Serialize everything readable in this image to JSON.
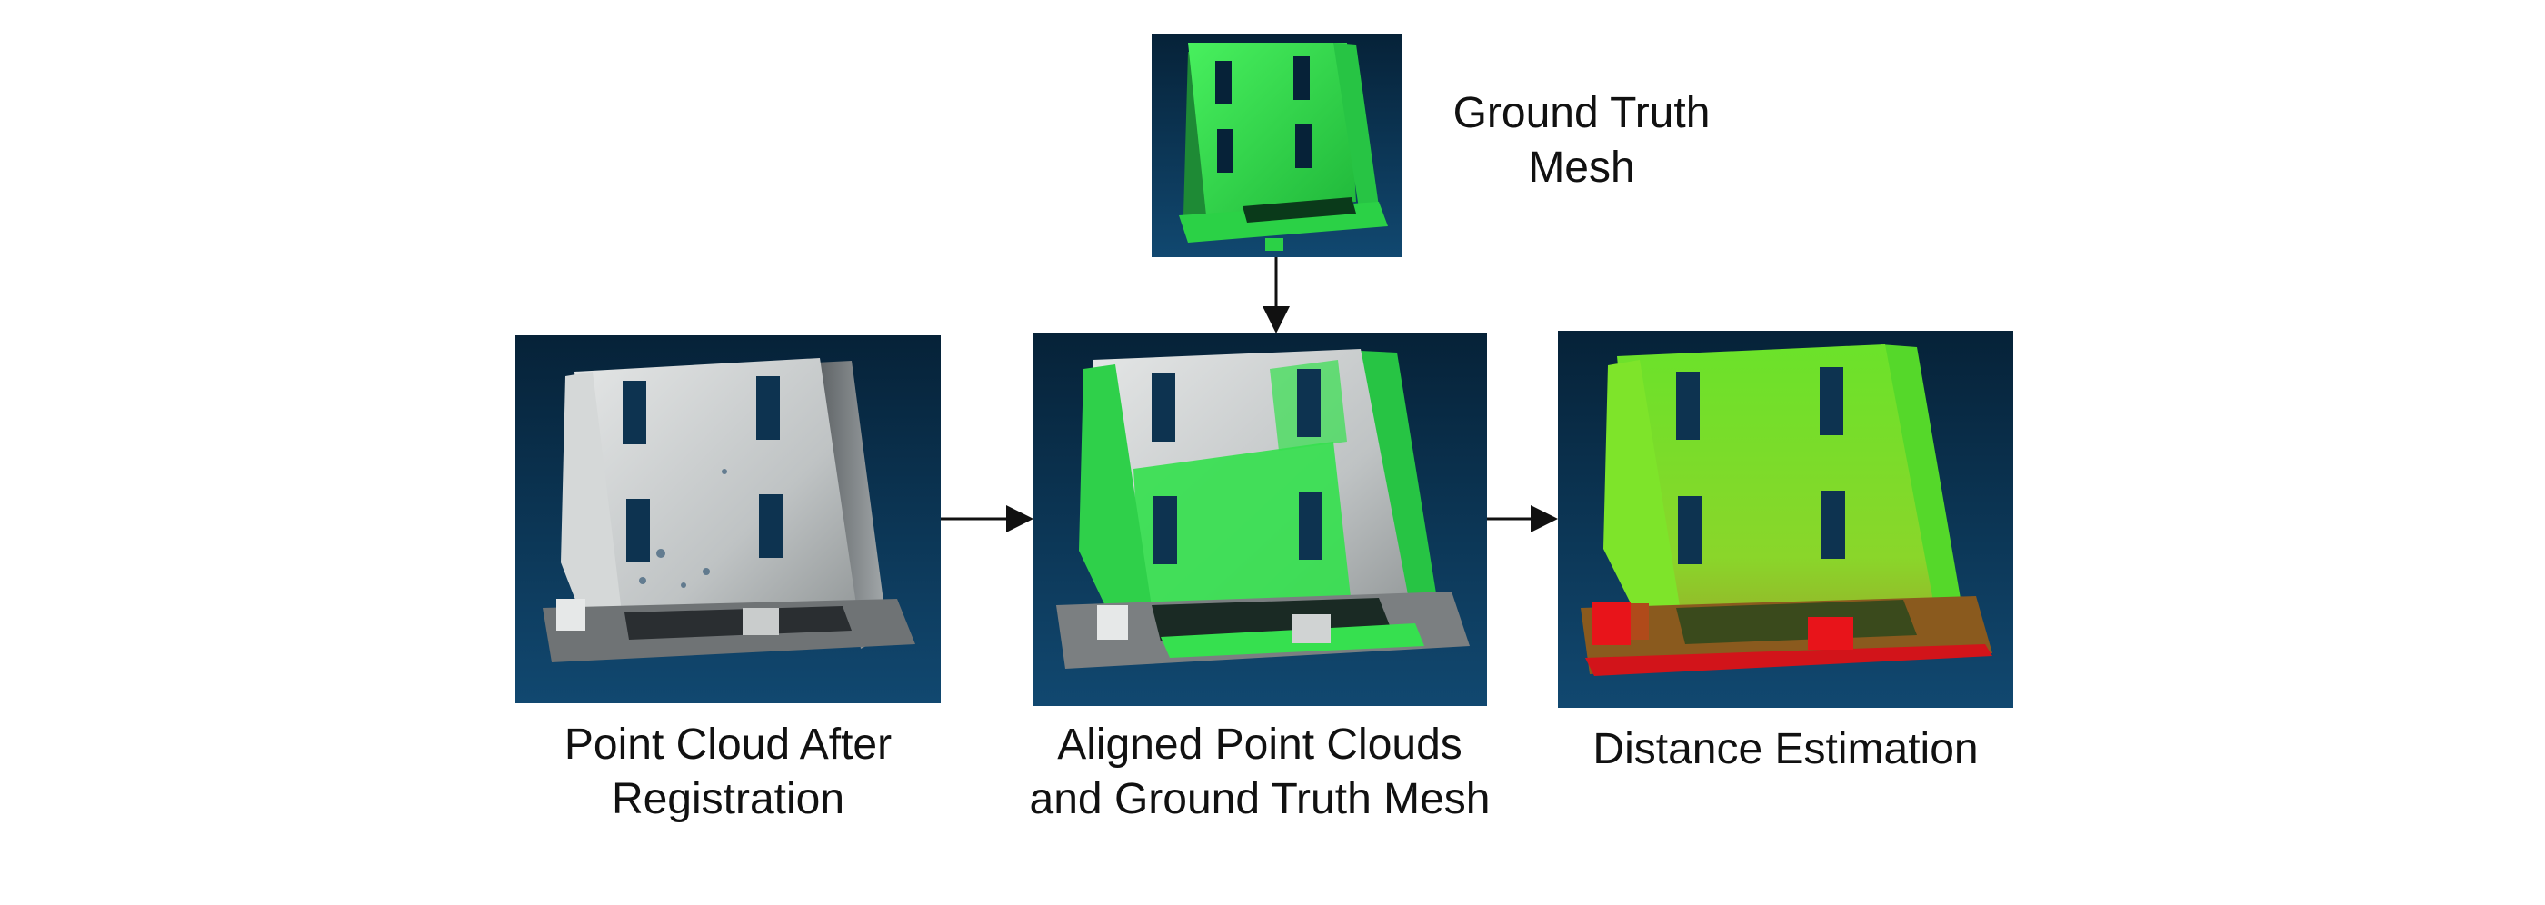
{
  "panels": {
    "ground_truth": {
      "caption_line1": "Ground Truth",
      "caption_line2": "Mesh",
      "accent_color": "#2fdc4a"
    },
    "point_cloud": {
      "caption_line1": "Point Cloud After",
      "caption_line2": "Registration",
      "accent_color": "#cfd2d2"
    },
    "aligned": {
      "caption_line1": "Aligned Point Clouds",
      "caption_line2": "and Ground Truth Mesh",
      "accent_color": "#36e04f"
    },
    "distance": {
      "caption_line1": "Distance Estimation",
      "accent_color": "#7ae02a",
      "highlight_color": "#e8141a"
    }
  },
  "colors": {
    "background_top": "#062238",
    "background_bottom": "#114870",
    "arrow": "#111111"
  }
}
